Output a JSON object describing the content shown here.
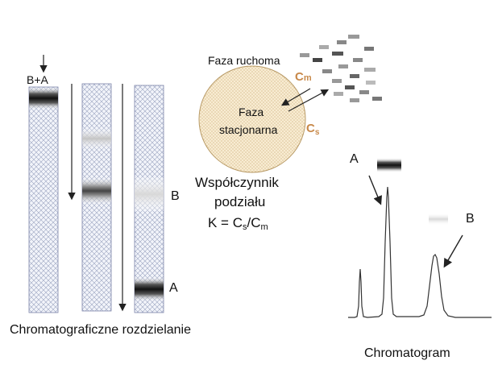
{
  "columns": {
    "sample_label": "B+A",
    "label_b": "B",
    "label_a": "A",
    "caption": "Chromatograficzne rozdzielanie"
  },
  "phases": {
    "mobile_phase": "Faza ruchoma",
    "stationary_line1": "Faza",
    "stationary_line2": "stacjonarna",
    "cm_main": "C",
    "cm_sub": "m",
    "cs_main": "C",
    "cs_sub": "s"
  },
  "coefficient": {
    "line1": "Współczynnik",
    "line2": "podziału",
    "formula_k": "K = C",
    "formula_s": "s",
    "formula_slash": "/C",
    "formula_m": "m"
  },
  "chromatogram": {
    "peak_a": "A",
    "peak_b": "B",
    "caption": "Chromatogram"
  },
  "colors": {
    "accent_orange": "#c8894a",
    "stationary_fill": "#f4e4c8",
    "column_hatch": "#9aa4c0"
  }
}
